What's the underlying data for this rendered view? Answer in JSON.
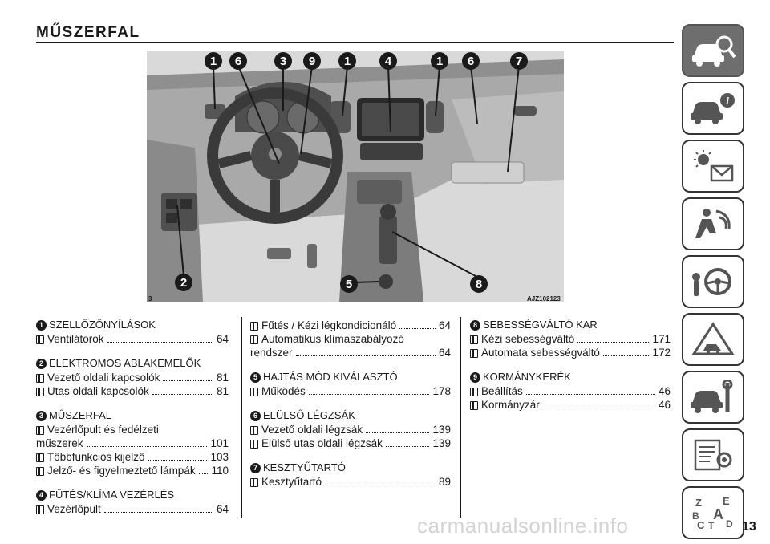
{
  "header": {
    "title": "MŰSZERFAL"
  },
  "figure": {
    "callouts": [
      "1",
      "6",
      "3",
      "9",
      "1",
      "4",
      "1",
      "6",
      "7",
      "2",
      "5",
      "8"
    ],
    "caption_left": "3",
    "caption_right": "AJZ102123"
  },
  "sections": [
    {
      "number": "1",
      "title": "SZELLŐZŐNYÍLÁSOK",
      "entries": [
        {
          "text": "Ventilátorok",
          "page": "64"
        }
      ]
    },
    {
      "number": "2",
      "title": "ELEKTROMOS ABLAKEMELŐK",
      "entries": [
        {
          "text": "Vezető oldali kapcsolók",
          "page": "81"
        },
        {
          "text": "Utas oldali kapcsolók",
          "page": "81"
        }
      ]
    },
    {
      "number": "3",
      "title": "MŰSZERFAL",
      "entries": [
        {
          "text": "Vezérlőpult és fedélzeti",
          "continuation": "műszerek",
          "page": "101"
        },
        {
          "text": "Többfunkciós kijelző",
          "page": "103"
        },
        {
          "text": "Jelző- és figyelmeztető lámpák",
          "page": "110"
        }
      ]
    },
    {
      "number": "4",
      "title": "FŰTÉS/KLÍMA VEZÉRLÉS",
      "entries": [
        {
          "text": "Vezérlőpult",
          "page": "64"
        },
        {
          "text": "Fűtés / Kézi légkondicionáló",
          "page": "64"
        },
        {
          "text": "Automatikus klímaszabályozó",
          "continuation": "rendszer",
          "page": "64"
        }
      ]
    },
    {
      "number": "5",
      "title": "HAJTÁS MÓD KIVÁLASZTÓ",
      "entries": [
        {
          "text": "Működés",
          "page": "178"
        }
      ]
    },
    {
      "number": "6",
      "title": "ELÜLSŐ LÉGZSÁK",
      "entries": [
        {
          "text": "Vezető oldali légzsák",
          "page": "139"
        },
        {
          "text": "Elülső utas oldali légzsák",
          "page": "139"
        }
      ]
    },
    {
      "number": "7",
      "title": "KESZTYŰTARTÓ",
      "entries": [
        {
          "text": "Kesztyűtartó",
          "page": "89"
        }
      ]
    },
    {
      "number": "8",
      "title": "SEBESSÉGVÁLTÓ KAR",
      "entries": [
        {
          "text": "Kézi sebességváltó",
          "page": "171"
        },
        {
          "text": "Automata sebességváltó",
          "page": "172"
        }
      ]
    },
    {
      "number": "9",
      "title": "KORMÁNYKERÉK",
      "entries": [
        {
          "text": "Beállítás",
          "page": "46"
        },
        {
          "text": "Kormányzár",
          "page": "46"
        }
      ]
    }
  ],
  "sidebar": {
    "tabs": [
      {
        "icon": "car-magnifier-icon",
        "active": true
      },
      {
        "icon": "car-info-icon",
        "active": false
      },
      {
        "icon": "warning-lights-envelope-icon",
        "active": false
      },
      {
        "icon": "airbag-passenger-icon",
        "active": false
      },
      {
        "icon": "key-steering-wheel-icon",
        "active": false
      },
      {
        "icon": "warning-triangle-car-icon",
        "active": false
      },
      {
        "icon": "car-wrench-icon",
        "active": false
      },
      {
        "icon": "document-gears-icon",
        "active": false
      },
      {
        "icon": "alphabet-index-icon",
        "active": false,
        "letters": [
          "Z",
          "E",
          "A",
          "B",
          "C",
          "T",
          "D"
        ]
      }
    ]
  },
  "footer": {
    "page_number": "13",
    "watermark": "carmanualsonline.info"
  }
}
